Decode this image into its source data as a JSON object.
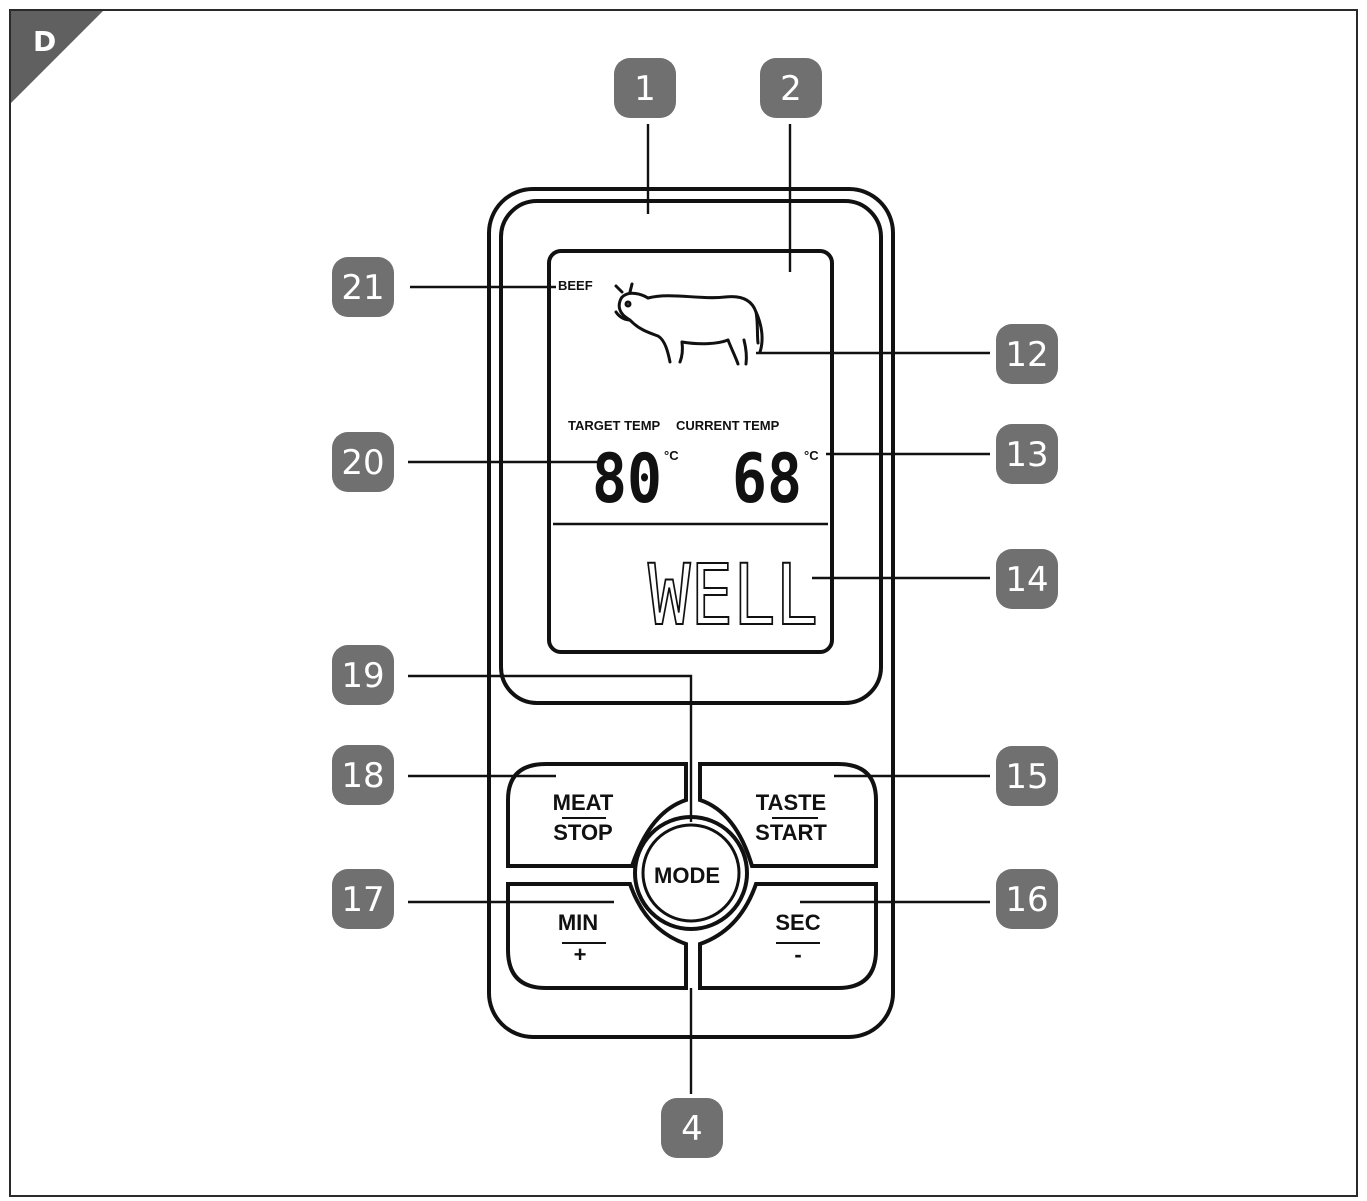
{
  "panel": {
    "letter": "D"
  },
  "display": {
    "meat_label": "BEEF",
    "meat_icon": "cow-icon",
    "target_label": "TARGET TEMP",
    "current_label": "CURRENT TEMP",
    "target_value": "80",
    "current_value": "68",
    "unit": "°C",
    "doneness": "WELL"
  },
  "buttons": {
    "meat": {
      "top": "MEAT",
      "bottom": "STOP"
    },
    "taste": {
      "top": "TASTE",
      "bottom": "START"
    },
    "mode": "MODE",
    "min": {
      "top": "MIN",
      "bottom": "+"
    },
    "sec": {
      "top": "SEC",
      "bottom": "-"
    }
  },
  "callouts": {
    "c1": "1",
    "c2": "2",
    "c4": "4",
    "c12": "12",
    "c13": "13",
    "c14": "14",
    "c15": "15",
    "c16": "16",
    "c17": "17",
    "c18": "18",
    "c19": "19",
    "c20": "20",
    "c21": "21"
  },
  "colors": {
    "badge": "#707070",
    "corner": "#606060",
    "line": "#111111"
  }
}
